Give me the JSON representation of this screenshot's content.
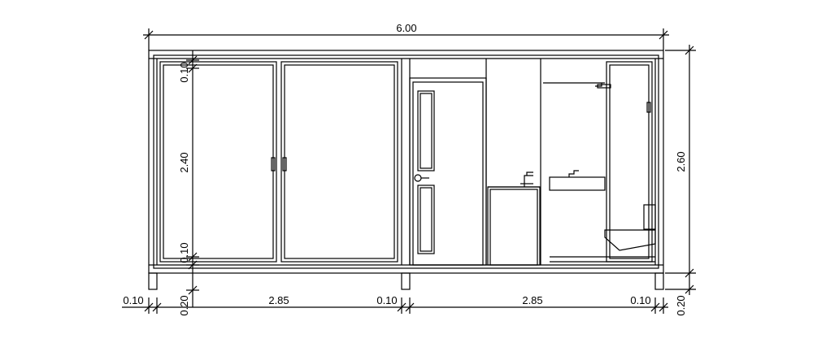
{
  "dimensions": {
    "overall_width": "6.00",
    "overall_height": "2.60",
    "bottom_left_post": "0.10",
    "bay_left": "2.85",
    "middle_post": "0.10",
    "bay_right": "2.85",
    "bottom_right_post": "0.10",
    "base_height_left": "0.20",
    "base_height_right": "0.20",
    "top_frame": "0.10",
    "window_height": "2.40",
    "bottom_frame": "0.10"
  }
}
